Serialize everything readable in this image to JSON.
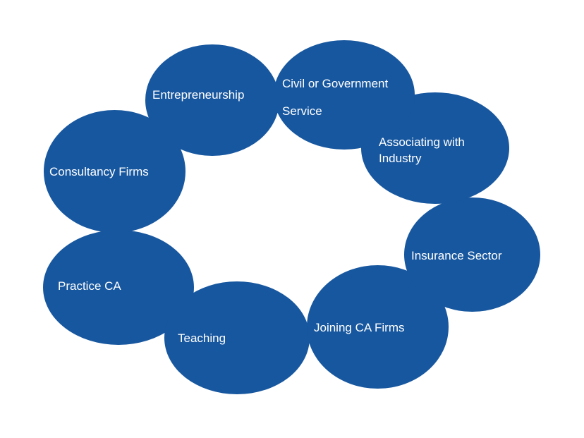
{
  "colors": {
    "node_fill": "#17579f",
    "label_text": "#ffffff",
    "background": "#ffffff"
  },
  "nodes": {
    "entrepreneurship": {
      "label": "Entrepreneurship"
    },
    "civil_service": {
      "line1": "Civil or Government",
      "line2": "Service"
    },
    "associating_industry": {
      "line1": "Associating with",
      "line2": "Industry"
    },
    "consultancy": {
      "label": "Consultancy Firms"
    },
    "insurance": {
      "label": "Insurance Sector"
    },
    "practice": {
      "label": "Practice CA"
    },
    "joining": {
      "label": "Joining CA Firms"
    },
    "teaching": {
      "label": "Teaching"
    }
  }
}
